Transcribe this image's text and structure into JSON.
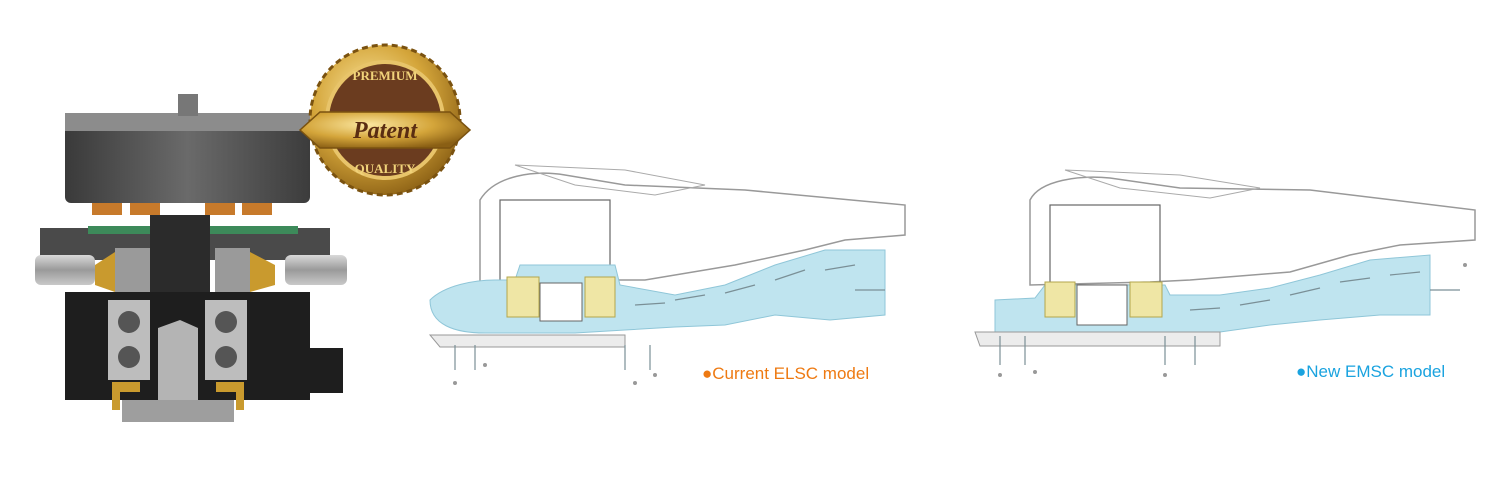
{
  "badge": {
    "top": "PREMIUM",
    "middle": "Patent",
    "bottom": "QUALITY"
  },
  "captions": {
    "current": "●Current ELSC model",
    "new": "●New EMSC model"
  },
  "colors": {
    "current_caption": "#ee7a12",
    "new_caption": "#1aa3df",
    "water": "#bfe4ef",
    "bearing_yellow": "#efe6a5",
    "gold": "#c99a2e",
    "badge_brown": "#6b3c1f"
  }
}
